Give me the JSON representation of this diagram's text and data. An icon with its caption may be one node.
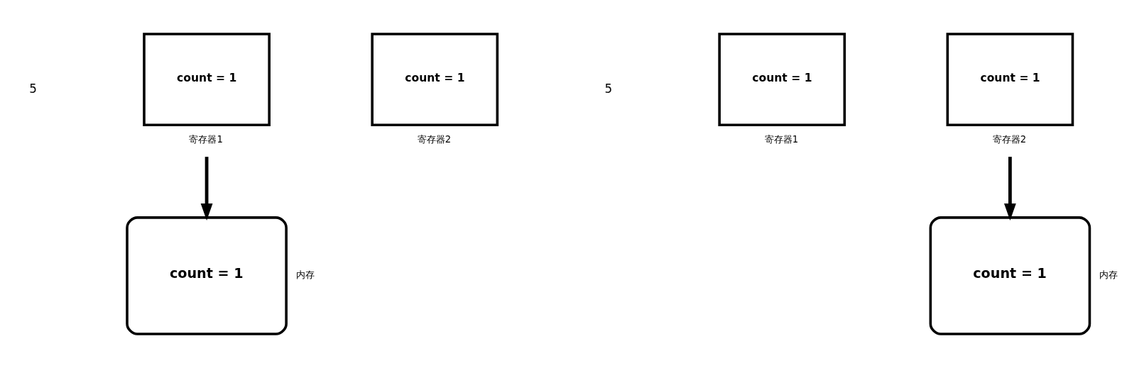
{
  "diagram": {
    "nodes": [
      {
        "text": [
          "count = 1"
        ],
        "beside": [
          "寄存器1"
        ]
      },
      {
        "text": [
          "count = 1"
        ],
        "beside": [
          "寄存器2"
        ]
      },
      {
        "text": [
          "count = 1"
        ],
        "beside": [
          "内存"
        ]
      },
      {
        "text": [
          "count = 1"
        ],
        "beside": [
          "寄存器1"
        ]
      },
      {
        "text": [
          "count = 1"
        ],
        "beside": [
          "寄存器2"
        ]
      },
      {
        "text": [
          "count = 1"
        ],
        "beside": [
          "内存"
        ]
      }
    ],
    "edges": [
      {
        "from": 0,
        "to": 2,
        "arrow": "to"
      },
      {
        "from": 4,
        "to": 5,
        "arrow": "to"
      }
    ],
    "labels": [
      "5",
      "5"
    ]
  }
}
